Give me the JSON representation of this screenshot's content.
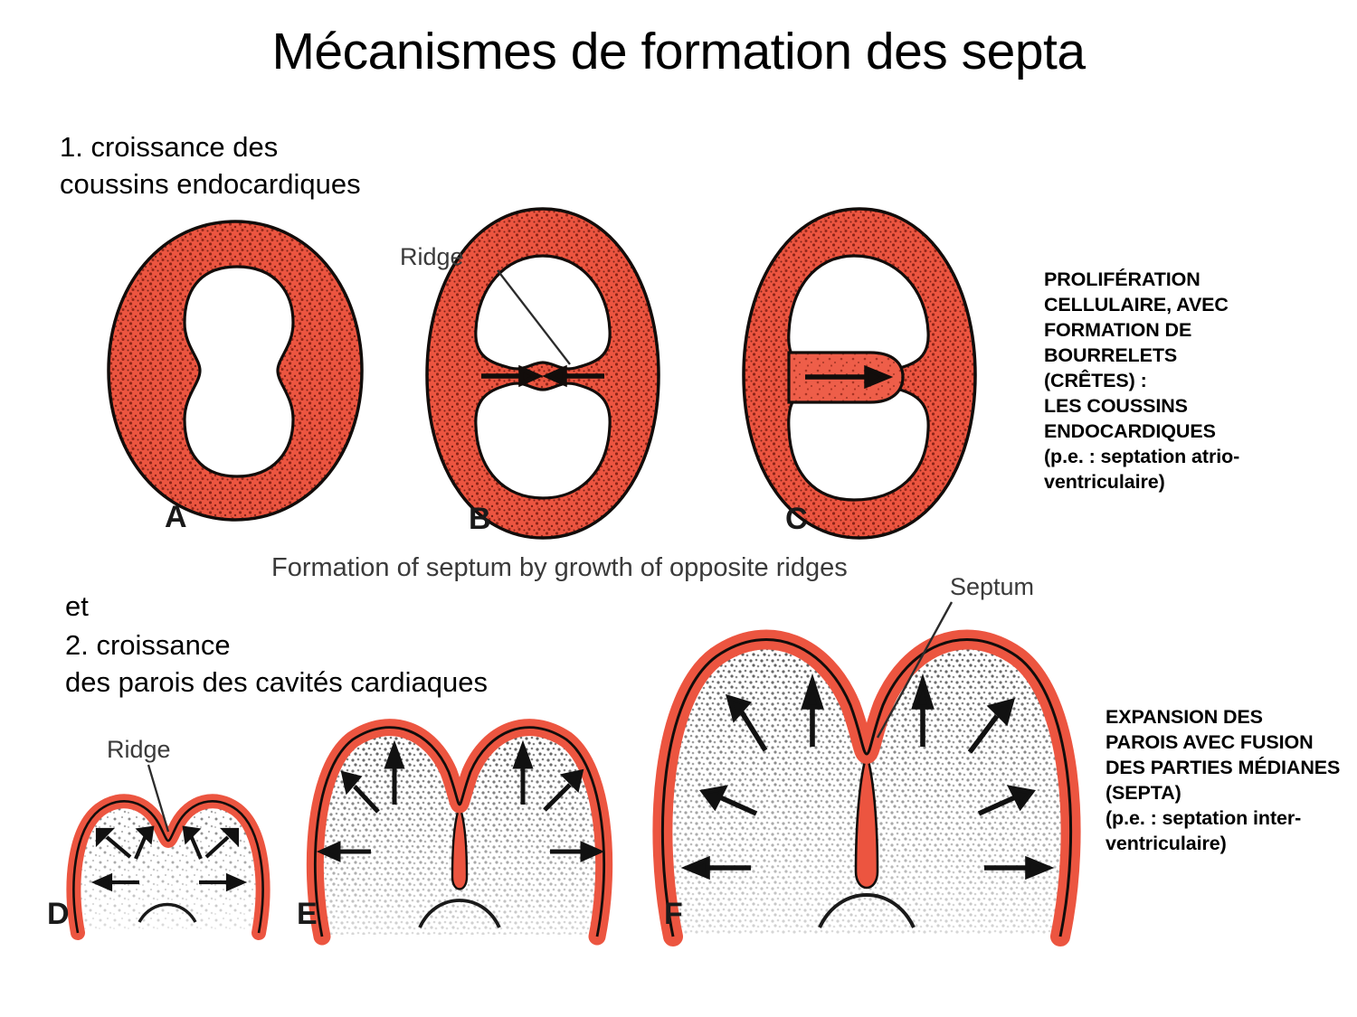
{
  "slide": {
    "title": "Mécanismes de formation des septa",
    "background_color": "#ffffff",
    "text_color": "#000000"
  },
  "bullets": {
    "one": "1. croissance des\ncoussins endocardiques",
    "connector": "et",
    "two": "2. croissance\ndes parois des cavités cardiaques"
  },
  "notes": {
    "proliferation": "PROLIFÉRATION\nCELLULAIRE, AVEC\nFORMATION DE\nBOURRELETS (CRÊTES) :\nLES COUSSINS\nENDOCARDIQUES\n(p.e. : septation atrio-\nventriculaire)",
    "expansion": "EXPANSION DES\nPAROIS AVEC FUSION\nDES PARTIES MÉDIANES\n(SEPTA)\n(p.e. : septation inter-\nventriculaire)"
  },
  "figures": {
    "top": {
      "caption": "Formation of septum by growth of opposite ridges",
      "ridge_label": "Ridge",
      "wall_color": "#ec5540",
      "wall_stipple_color": "#7d1c10",
      "outline_color": "#120d0b",
      "lumen_color": "#ffffff",
      "panels": [
        {
          "letter": "A",
          "description": "circular cross-section with hourglass lumen, no ridges yet"
        },
        {
          "letter": "B",
          "description": "oval cross-section with two opposing ridges and converging arrows"
        },
        {
          "letter": "C",
          "description": "oval cross-section with single fused ridge and one arrow"
        }
      ]
    },
    "bottom": {
      "septum_label": "Septum",
      "ridge_label": "Ridge",
      "wall_color": "#ec5540",
      "outline_color": "#120d0b",
      "stipple_color": "#4a4a4a",
      "panels": [
        {
          "letter": "D",
          "description": "small bilobed chamber, shallow median ridge, expansion arrows"
        },
        {
          "letter": "E",
          "description": "medium bilobed chamber, deeper septum, expansion arrows"
        },
        {
          "letter": "F",
          "description": "large bilobed chamber, deep septum, expansion arrows"
        }
      ]
    }
  }
}
